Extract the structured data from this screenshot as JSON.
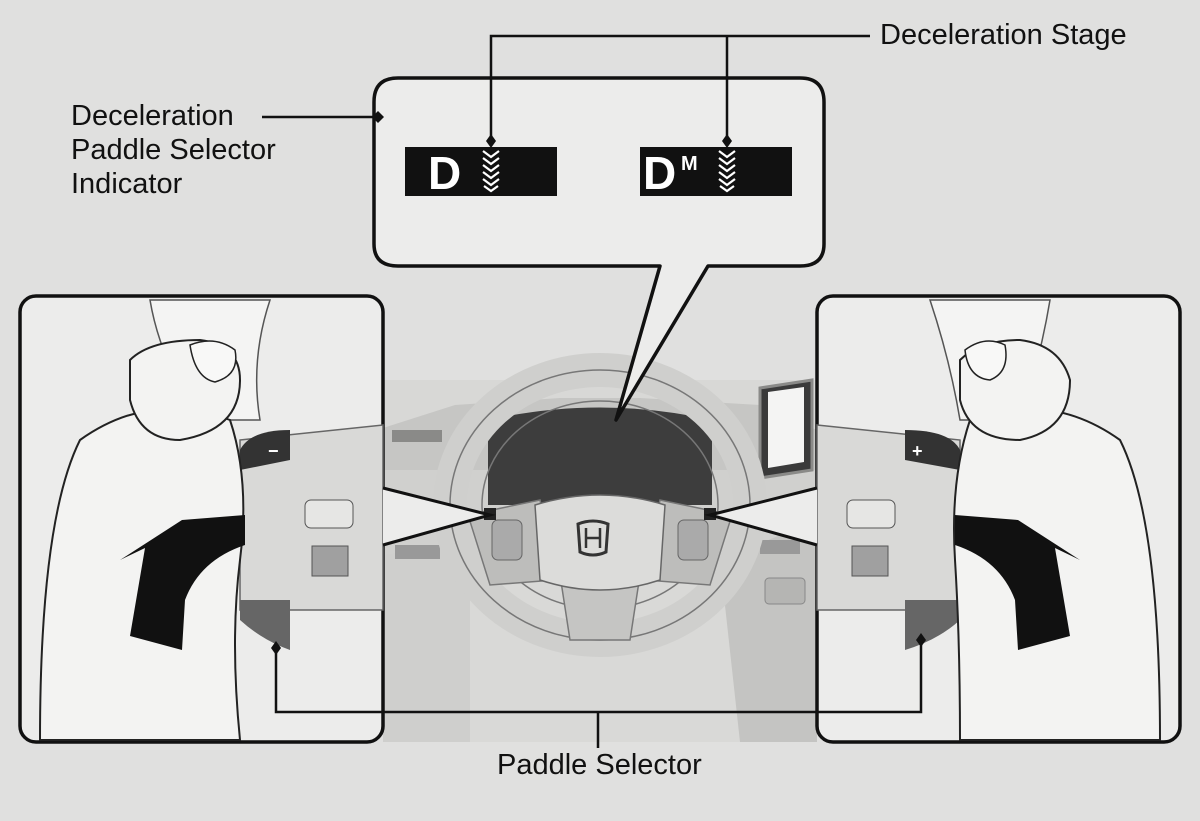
{
  "labels": {
    "deceleration_stage": "Deceleration Stage",
    "indicator_line1": "Deceleration",
    "indicator_line2": "Paddle Selector",
    "indicator_line3": "Indicator",
    "paddle_selector": "Paddle Selector"
  },
  "indicators": {
    "left_letter": "D",
    "right_letter": "D",
    "right_superscript": "M"
  },
  "paddles": {
    "left_sign": "−",
    "right_sign": "+"
  },
  "colors": {
    "background": "#e0e0df",
    "panel": "#ececeb",
    "indicator_bar": "#111111",
    "line": "#111111"
  }
}
